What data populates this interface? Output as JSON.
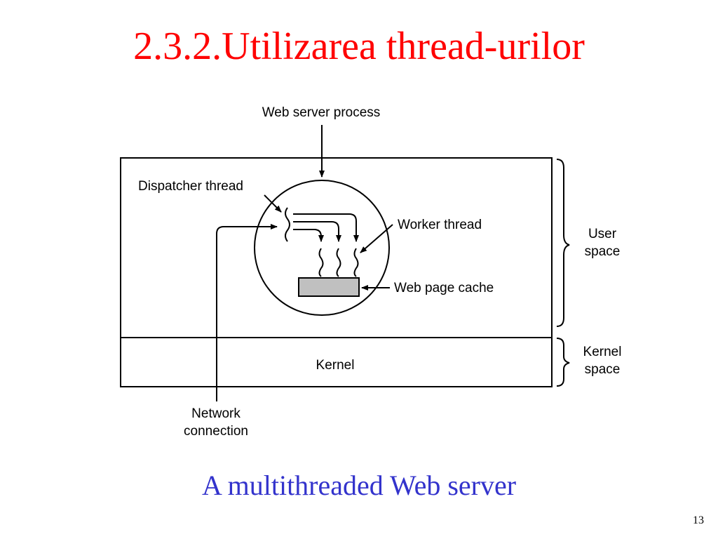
{
  "slide": {
    "title": "2.3.2.Utilizarea thread-urilor",
    "caption": "A multithreaded Web server",
    "page_number": "13"
  },
  "diagram": {
    "labels": {
      "web_server_process": "Web server process",
      "dispatcher_thread": "Dispatcher thread",
      "worker_thread": "Worker thread",
      "web_page_cache": "Web page cache",
      "kernel": "Kernel",
      "network_line1": "Network",
      "network_line2": "connection",
      "user_space_line1": "User",
      "user_space_line2": "space",
      "kernel_space_line1": "Kernel",
      "kernel_space_line2": "space"
    }
  },
  "colors": {
    "title": "#ff0000",
    "caption": "#3333cc",
    "cache_fill": "#c0c0c0",
    "stroke": "#000000"
  }
}
